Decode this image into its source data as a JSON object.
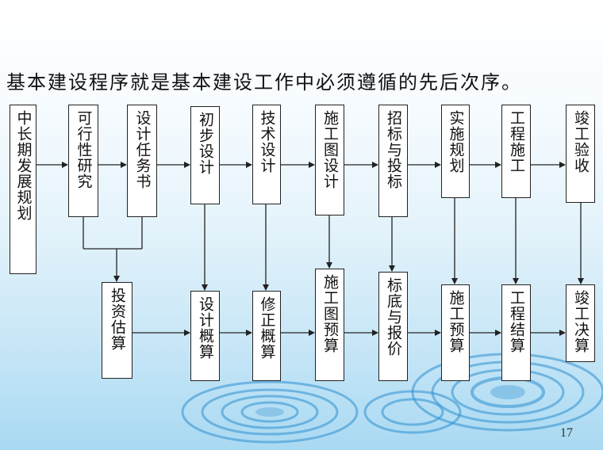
{
  "slide": {
    "heading": "基本建设程序就是基本建设工作中必须遵循的先后次序。",
    "page_number": "17"
  },
  "flow": {
    "top_row": [
      {
        "id": "midlong",
        "label": "中长期发展规划"
      },
      {
        "id": "feas",
        "label": "可行性研究"
      },
      {
        "id": "taskbook",
        "label": "设计任务书"
      },
      {
        "id": "prelim",
        "label": "初步设计"
      },
      {
        "id": "tech",
        "label": "技术设计"
      },
      {
        "id": "construct",
        "label": "施工图设计"
      },
      {
        "id": "bidding",
        "label": "招标与投标"
      },
      {
        "id": "implplan",
        "label": "实施规划"
      },
      {
        "id": "construction",
        "label": "工程施工"
      },
      {
        "id": "acceptance",
        "label": "竣工验收"
      }
    ],
    "bottom_row": [
      {
        "id": "invest",
        "label": "投资估算"
      },
      {
        "id": "designest",
        "label": "设计概算"
      },
      {
        "id": "revest",
        "label": "修正概算"
      },
      {
        "id": "cdbudget",
        "label": "施工图预算"
      },
      {
        "id": "bidprice",
        "label": "标底与报价"
      },
      {
        "id": "cbudget",
        "label": "施工预算"
      },
      {
        "id": "settle",
        "label": "工程结算"
      },
      {
        "id": "final",
        "label": "竣工决算"
      }
    ]
  }
}
